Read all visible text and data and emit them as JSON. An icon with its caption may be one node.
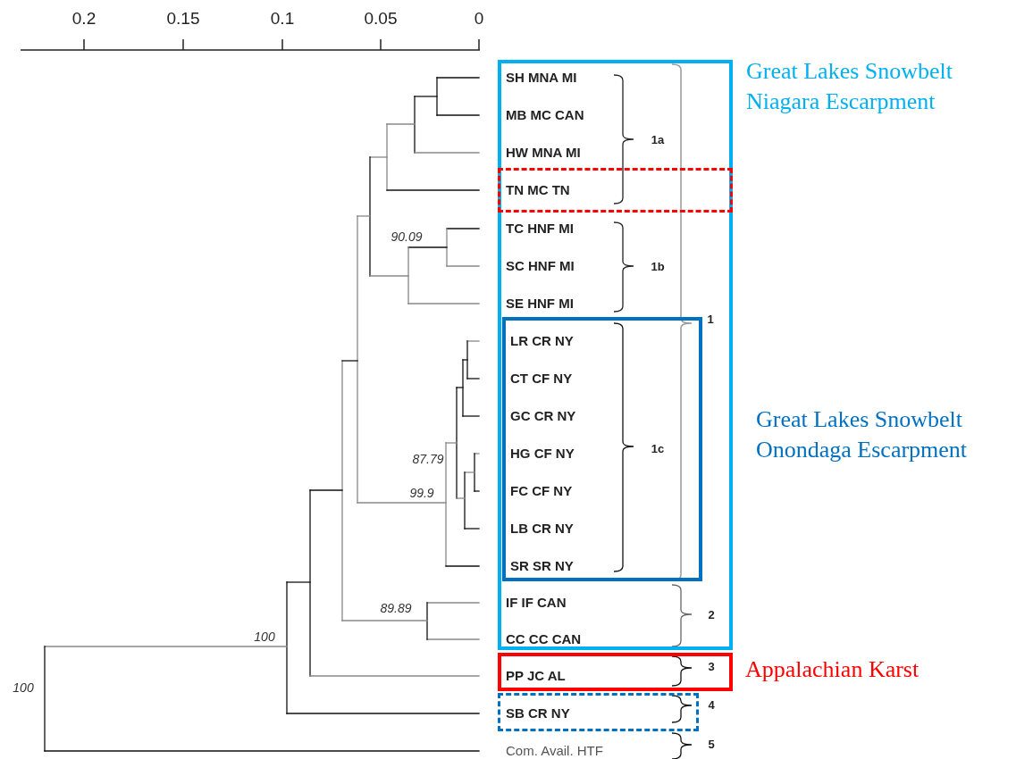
{
  "diagram": {
    "nodes": [
      {
        "text": [
          "Great Lakes Snowbelt Niagara Escarpment"
        ]
      },
      {
        "text": [
          "SH MNA MI"
        ],
        "in": 0
      },
      {
        "text": [
          "MB MC CAN"
        ],
        "in": 0
      },
      {
        "text": [
          "HW MNA MI"
        ],
        "in": 0
      },
      {
        "text": [],
        "shape": "box",
        "in": 0
      },
      {
        "text": [
          "TN MC TN"
        ],
        "in": 4
      },
      {
        "text": [
          "TC HNF MI"
        ],
        "in": 0
      },
      {
        "text": [
          "SC HNF MI"
        ],
        "in": 0
      },
      {
        "text": [
          "SE HNF MI"
        ],
        "in": 0
      },
      {
        "text": [
          "Great Lakes Snowbelt Onondaga Escarpment"
        ],
        "in": 0
      },
      {
        "text": [
          "LR CR NY"
        ],
        "in": 9
      },
      {
        "text": [
          "CT CF NY"
        ],
        "in": 9
      },
      {
        "text": [
          "GC CR NY"
        ],
        "in": 9
      },
      {
        "text": [
          "HG CF NY"
        ],
        "in": 9
      },
      {
        "text": [
          "FC CF NY"
        ],
        "in": 9
      },
      {
        "text": [
          "LB CR NY"
        ],
        "in": 9
      },
      {
        "text": [
          "SR SR NY"
        ],
        "in": 9
      },
      {
        "text": [
          "IF IF CAN"
        ],
        "in": 0
      },
      {
        "text": [
          "CC CC CAN"
        ],
        "in": 0
      },
      {
        "text": [
          "Appalachian Karst"
        ]
      },
      {
        "text": [
          "PP JC AL"
        ],
        "in": 19
      },
      {
        "text": [],
        "shape": "box"
      },
      {
        "text": [
          "SB CR NY"
        ],
        "in": 21
      },
      {
        "text": [
          "Com. Avail. HTF"
        ]
      }
    ],
    "labels": [
      "0.2",
      "0.15",
      "0.1",
      "0.05",
      "0",
      "1a",
      "90.09",
      "1b",
      "1",
      "87.79",
      "1c",
      "99.9",
      "89.89",
      "2",
      "100",
      "3",
      "100",
      "4",
      "5"
    ]
  }
}
